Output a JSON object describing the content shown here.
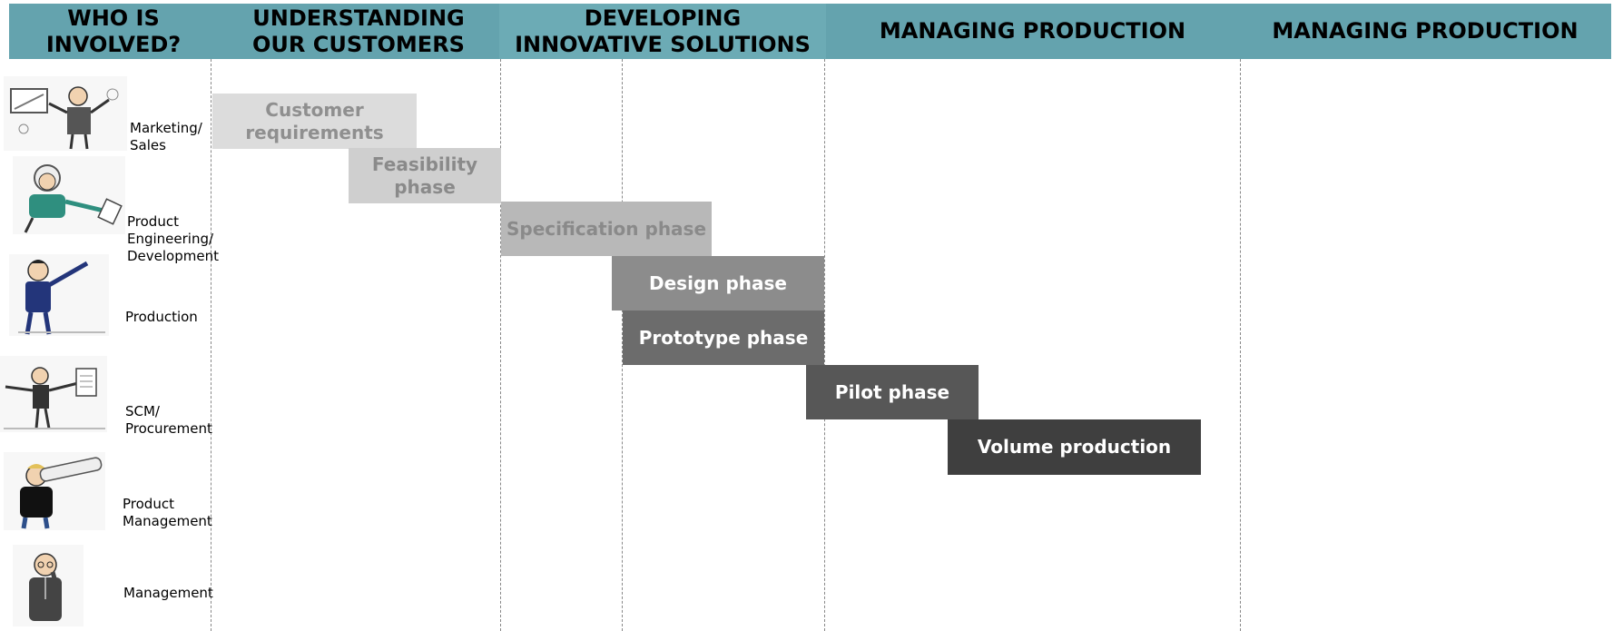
{
  "header": {
    "columns": [
      "WHO IS\nINVOLVED?",
      "UNDERSTANDING\nOUR CUSTOMERS",
      "DEVELOPING\nINNOVATIVE SOLUTIONS",
      "MANAGING PRODUCTION",
      "MANAGING PRODUCTION"
    ],
    "bg_color": "#64a3ae"
  },
  "roles": [
    {
      "label": "Marketing/\nSales",
      "icon": "cartoon-salesman-icon"
    },
    {
      "label": "Product\nEngineering/\nDevelopment",
      "icon": "cartoon-engineer-icon"
    },
    {
      "label": "Production",
      "icon": "cartoon-pointing-man-icon"
    },
    {
      "label": "SCM/\nProcurement",
      "icon": "cartoon-clipboard-man-icon"
    },
    {
      "label": "Product\nManagement",
      "icon": "cartoon-telescope-man-icon"
    },
    {
      "label": "Management",
      "icon": "cartoon-thinking-man-icon"
    }
  ],
  "phases": [
    {
      "label": "Customer\nrequirements",
      "bg": "#dcdcdc",
      "fg": "#8f8f8f"
    },
    {
      "label": "Feasibility\nphase",
      "bg": "#cfcfcf",
      "fg": "#8a8a8a"
    },
    {
      "label": "Specification phase",
      "bg": "#b8b8b8",
      "fg": "#8a8a8a"
    },
    {
      "label": "Design phase",
      "bg": "#8c8c8c",
      "fg": "#ffffff"
    },
    {
      "label": "Prototype phase",
      "bg": "#6c6c6c",
      "fg": "#ffffff"
    },
    {
      "label": "Pilot phase",
      "bg": "#575757",
      "fg": "#ffffff"
    },
    {
      "label": "Volume production",
      "bg": "#3f3f3f",
      "fg": "#ffffff"
    }
  ]
}
